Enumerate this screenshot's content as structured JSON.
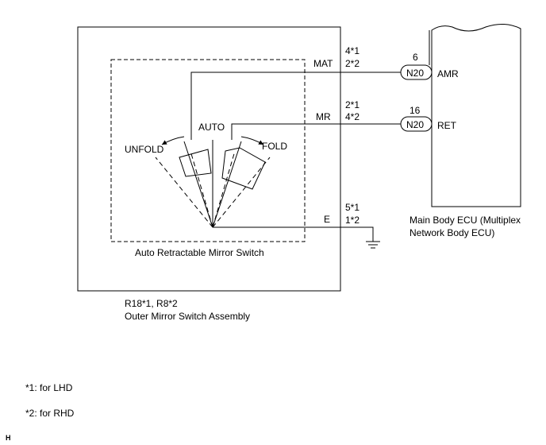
{
  "switch_assembly": {
    "part_numbers": "R18*1, R8*2",
    "name": "Outer Mirror Switch Assembly",
    "inner_switch_label": "Auto Retractable Mirror Switch",
    "positions": {
      "unfold": "UNFOLD",
      "auto": "AUTO",
      "fold": "FOLD"
    }
  },
  "terminals": {
    "mat": {
      "name": "MAT",
      "pin_lhd": "4*1",
      "pin_rhd": "2*2"
    },
    "mr": {
      "name": "MR",
      "pin_lhd": "2*1",
      "pin_rhd": "4*2"
    },
    "e": {
      "name": "E",
      "pin_lhd": "5*1",
      "pin_rhd": "1*2"
    }
  },
  "ecu": {
    "name_line1": "Main Body ECU (Multiplex",
    "name_line2": "Network Body ECU)",
    "amr": {
      "connector": "N20",
      "pin": "6",
      "name": "AMR"
    },
    "ret": {
      "connector": "N20",
      "pin": "16",
      "name": "RET"
    }
  },
  "notes": {
    "note1": "*1: for LHD",
    "note2": "*2: for RHD"
  },
  "corner_mark": "H"
}
